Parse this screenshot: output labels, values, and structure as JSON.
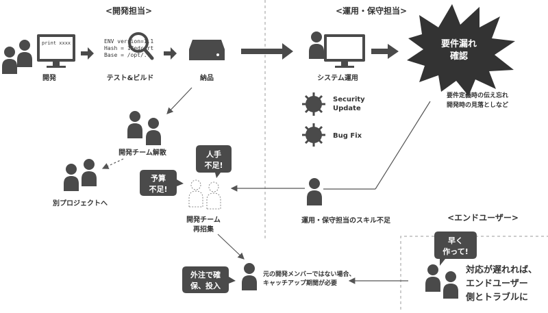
{
  "sections": {
    "dev_header": "<開発担当>",
    "ops_header": "<運用・保守担当>",
    "user_header": "<エンドユーザー>"
  },
  "dev": {
    "dev_label": "開発",
    "monitor_text": "print xxxx",
    "code_lines": [
      "ENV version=1.1",
      "Hash = 13edcdrt",
      "Base = /opt/..."
    ],
    "test_build_label": "テスト&ビルド",
    "delivery_label": "納品",
    "team_dissolve_label": "開発チーム解散",
    "other_project_label": "別プロジェクトへ",
    "rehire_label_line1": "開発チーム",
    "rehire_label_line2": "再招集",
    "bubble_budget_line1": "予算",
    "bubble_budget_line2": "不足!",
    "bubble_staff_line1": "人手",
    "bubble_staff_line2": "不足!",
    "bubble_outsource_line1": "外注で確",
    "bubble_outsource_line2": "保、投入",
    "non_original_line1": "元の開発メンバーではない場合、",
    "non_original_line2": "キャッチアップ期間が必要"
  },
  "ops": {
    "system_ops_label": "システム運用",
    "security_update_line1": "Security",
    "security_update_line2": "Update",
    "bug_fix_label": "Bug Fix",
    "burst_line1": "要件漏れ",
    "burst_line2": "確認",
    "burst_note_line1": "要件定義時の伝え忘れ",
    "burst_note_line2": "開発時の見落としなど",
    "skill_shortage_label": "運用・保守担当のスキル不足"
  },
  "user": {
    "bubble_line1": "早く",
    "bubble_line2": "作って!",
    "note_line1": "対応が遅れれば、",
    "note_line2": "エンドユーザー",
    "note_line3": "側とトラブルに"
  },
  "colors": {
    "icon": "#4a4a4a",
    "line": "#555555",
    "burst": "#333333",
    "dashed_border": "#999999"
  }
}
